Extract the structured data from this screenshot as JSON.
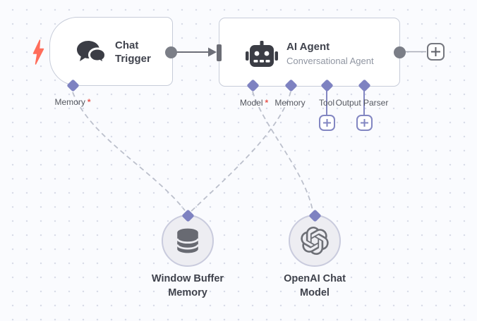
{
  "canvas": {
    "background": "#fafbfe",
    "dot_color": "#d9dce8"
  },
  "colors": {
    "accent_purple": "#7e82c1",
    "bolt_red": "#ff6d5b",
    "required_red": "#e8554d",
    "node_border": "#c7ccd9",
    "icon_dark": "#3b3d45",
    "edge_gray": "#6d6f78",
    "dashed_edge_gray": "#bcc0cc"
  },
  "trigger_node": {
    "title": "Chat Trigger",
    "icon": "chat-bubbles-icon",
    "trigger_indicator_icon": "lightning-bolt-icon",
    "port": {
      "label": "Memory",
      "required_mark": "*"
    }
  },
  "agent_node": {
    "title": "AI Agent",
    "subtitle": "Conversational Agent",
    "icon": "robot-icon",
    "ports": [
      {
        "label": "Model",
        "required_mark": "*"
      },
      {
        "label": "Memory"
      },
      {
        "label": "Tool"
      },
      {
        "label": "Output Parser"
      }
    ]
  },
  "sub_nodes": [
    {
      "title": "Window Buffer Memory",
      "icon": "database-icon"
    },
    {
      "title": "OpenAI Chat Model",
      "icon": "openai-logo-icon"
    }
  ],
  "connections": [
    "chat-trigger-memory -> window-buffer-memory",
    "ai-agent-memory -> window-buffer-memory",
    "ai-agent-model -> openai-chat-model"
  ]
}
